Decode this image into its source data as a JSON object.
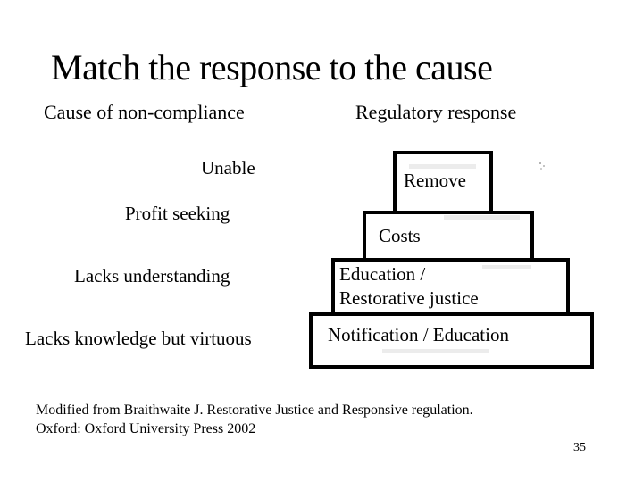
{
  "slide": {
    "title": "Match the response to the cause",
    "columns": {
      "left_header": "Cause of non-compliance",
      "right_header": "Regulatory response"
    },
    "causes": [
      {
        "label": "Unable"
      },
      {
        "label": "Profit seeking"
      },
      {
        "label": "Lacks understanding"
      },
      {
        "label": "Lacks knowledge but virtuous"
      }
    ],
    "responses": [
      {
        "label": "Remove"
      },
      {
        "label": "Costs"
      },
      {
        "label": "Education / Restorative justice",
        "lines": [
          "Education /",
          "Restorative justice"
        ]
      },
      {
        "label": "Notification / Education"
      }
    ],
    "footer": {
      "line1": "Modified from Braithwaite J. Restorative Justice and Responsive regulation.",
      "line2": "Oxford: Oxford University Press 2002"
    },
    "page_number": "35",
    "colors": {
      "background": "#ffffff",
      "text": "#000000",
      "box_border": "#000000"
    }
  }
}
